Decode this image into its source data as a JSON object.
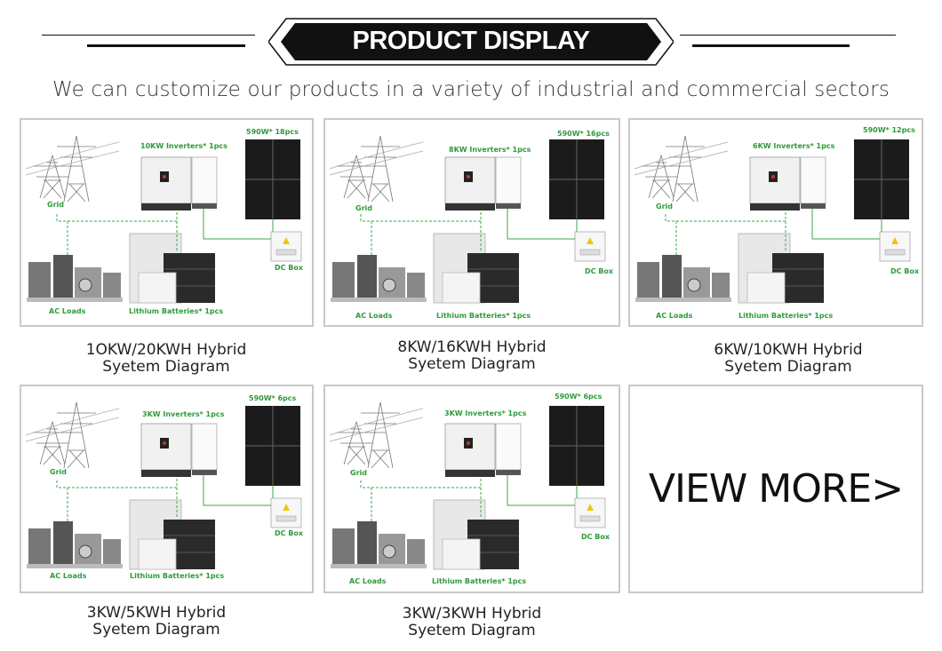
{
  "header": {
    "title": "PRODUCT DISPLAY",
    "subtitle": "We can customize our products in a variety of industrial and commercial sectors"
  },
  "colors": {
    "label_green": "#2e9a3a",
    "banner_black": "#111111",
    "card_border": "#c9c9c9"
  },
  "cards": [
    {
      "panels": "590W* 18pcs",
      "inverter": "10KW Inverters* 1pcs",
      "grid": "Grid",
      "dcbox": "DC Box",
      "acloads": "AC Loads",
      "batteries": "Lithium Batteries* 1pcs",
      "caption_line1": "1OKW/20KWH Hybrid",
      "caption_line2": "Syetem Diagram"
    },
    {
      "panels": "590W* 16pcs",
      "inverter": "8KW Inverters* 1pcs",
      "grid": "Grid",
      "dcbox": "DC Box",
      "acloads": "AC Loads",
      "batteries": "Lithium Batteries* 1pcs",
      "caption_line1": "8KW/16KWH Hybrid",
      "caption_line2": "Syetem Diagram"
    },
    {
      "panels": "590W* 12pcs",
      "inverter": "6KW Inverters* 1pcs",
      "grid": "Grid",
      "dcbox": "DC Box",
      "acloads": "AC Loads",
      "batteries": "Lithium Batteries* 1pcs",
      "caption_line1": "6KW/10KWH Hybrid",
      "caption_line2": "Syetem Diagram"
    },
    {
      "panels": "590W* 6pcs",
      "inverter": "3KW Inverters* 1pcs",
      "grid": "Grid",
      "dcbox": "DC Box",
      "acloads": "AC Loads",
      "batteries": "Lithium Batteries* 1pcs",
      "caption_line1": "3KW/5KWH Hybrid",
      "caption_line2": "Syetem Diagram"
    },
    {
      "panels": "590W* 6pcs",
      "inverter": "3KW Inverters* 1pcs",
      "grid": "Grid",
      "dcbox": "DC Box",
      "acloads": "AC Loads",
      "batteries": "Lithium Batteries* 1pcs",
      "caption_line1": "3KW/3KWH Hybrid",
      "caption_line2": "Syetem Diagram"
    }
  ],
  "view_more": "VIEW MORE>"
}
